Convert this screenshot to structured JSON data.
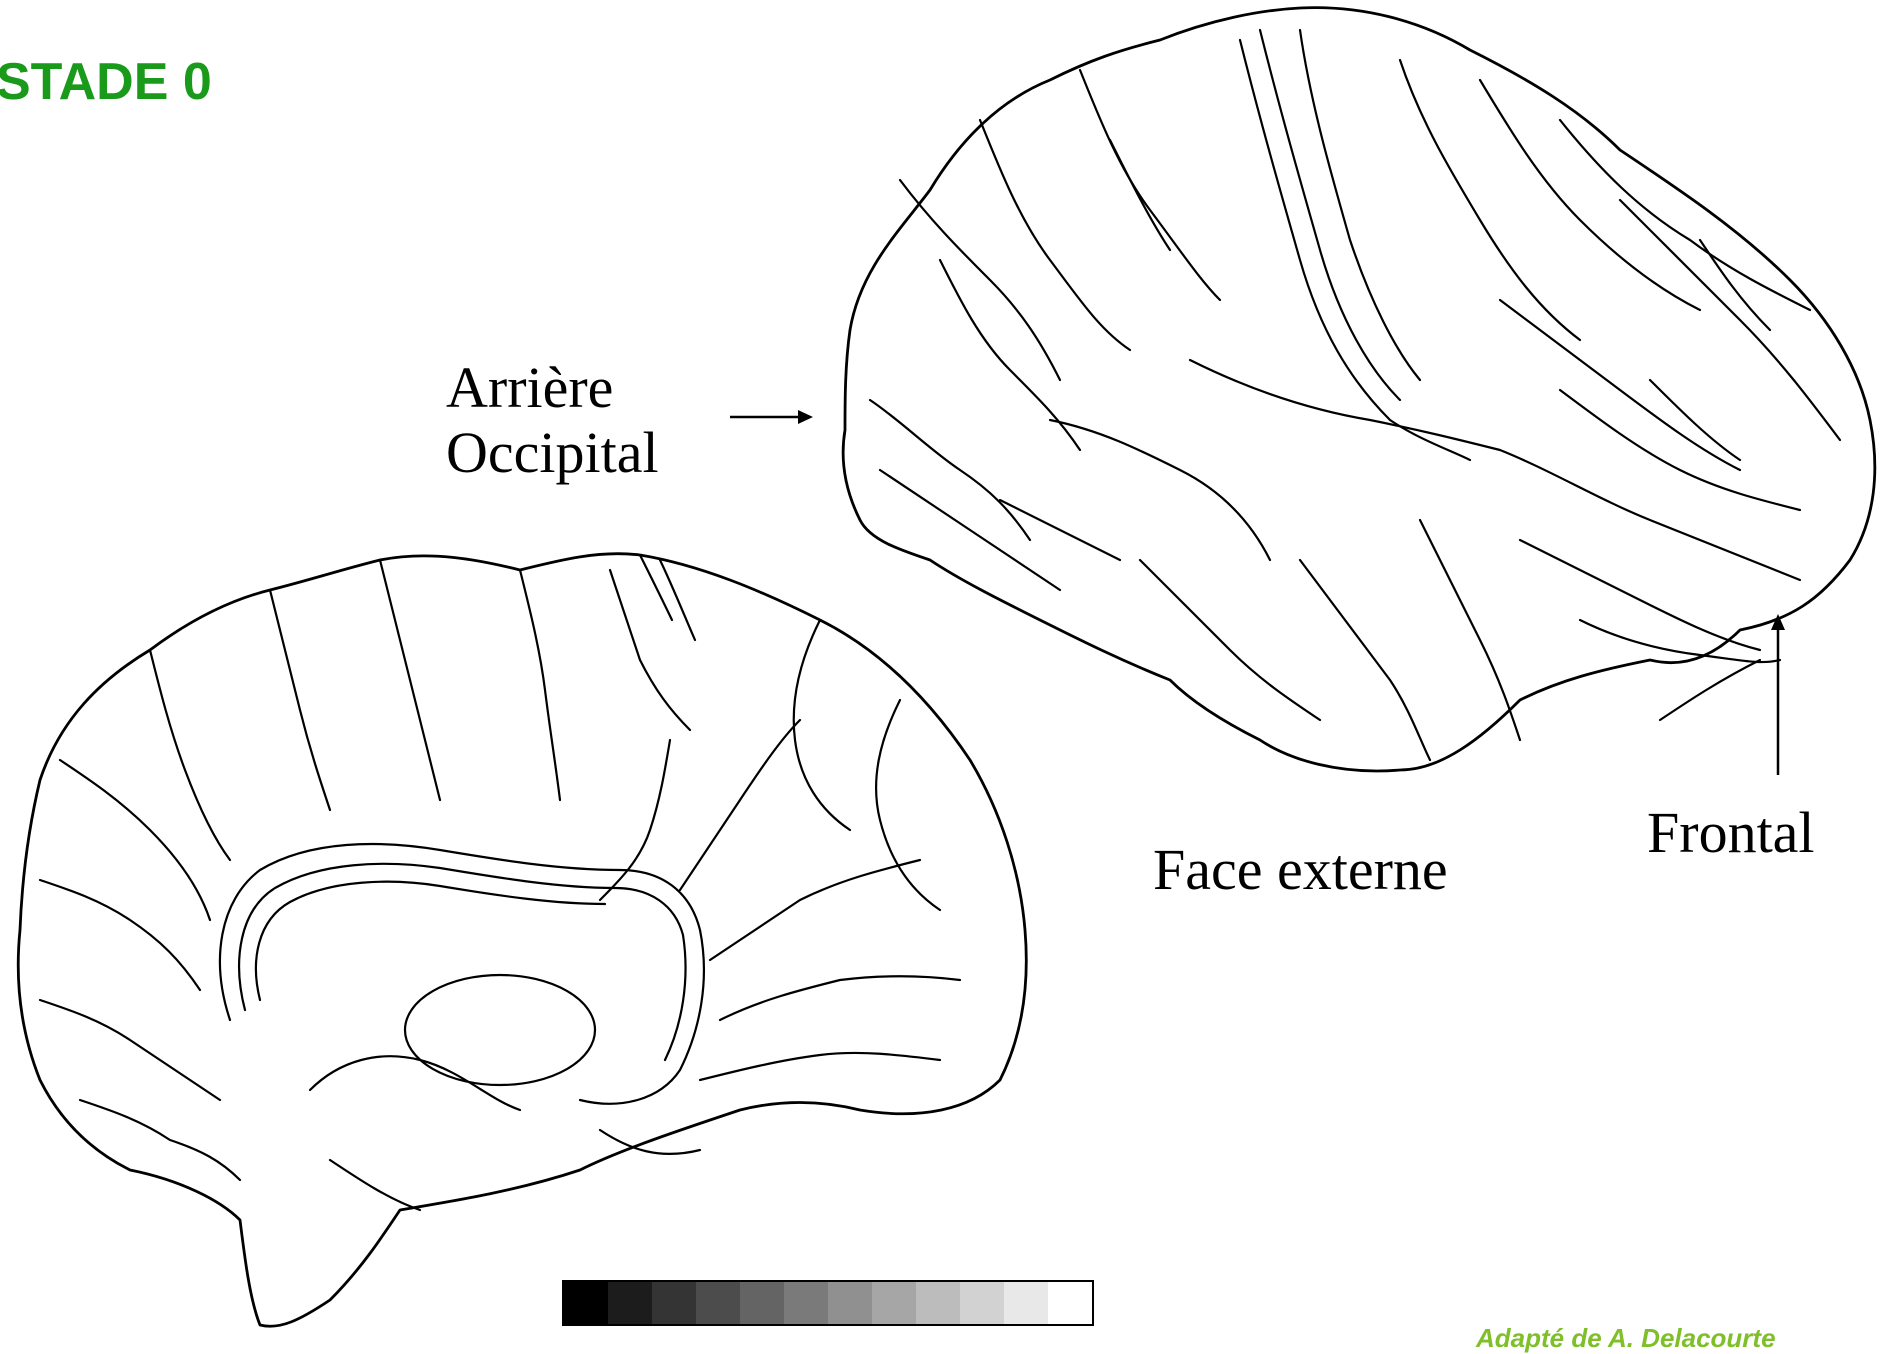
{
  "stage_title": "STADE 0",
  "labels": {
    "back_line1": "Arrière",
    "back_line2": "Occipital",
    "frontal": "Frontal",
    "face": "Face externe"
  },
  "credit": "Adapté de A. Delacourte",
  "colors": {
    "title": "#1a9a1a",
    "credit": "#7fbf2a",
    "ink": "#000000"
  },
  "grayscale": [
    "#000000",
    "#1c1c1c",
    "#343434",
    "#4c4c4c",
    "#646464",
    "#7a7a7a",
    "#909090",
    "#a6a6a6",
    "#bcbcbc",
    "#d2d2d2",
    "#e8e8e8",
    "#ffffff"
  ]
}
